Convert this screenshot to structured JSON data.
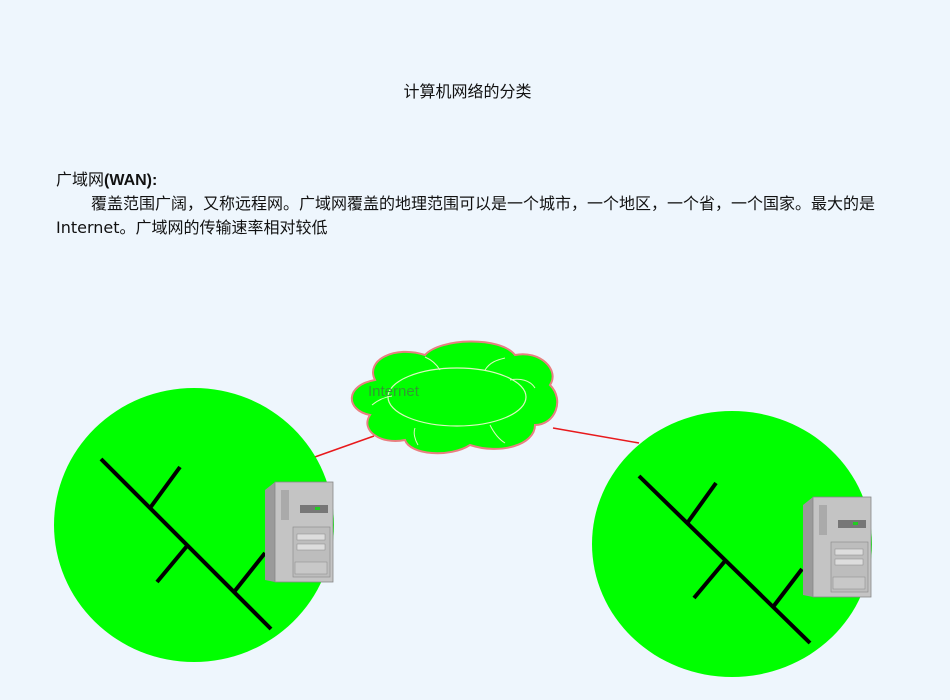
{
  "slide": {
    "title": "计算机网络的分类",
    "heading_cn": "广域网",
    "heading_en": "(WAN):",
    "paragraph": "覆盖范围广阔，又称远程网。广域网覆盖的地理范围可以是一个城市，一个地区，一个省，一个国家。最大的是Internet。广域网的传输速率相对较低"
  },
  "diagram": {
    "cloud_label": "Internet",
    "colors": {
      "network": "#00ff00",
      "link": "#e8191c",
      "cloud_border": "#e88080",
      "bus": "#000000"
    }
  }
}
